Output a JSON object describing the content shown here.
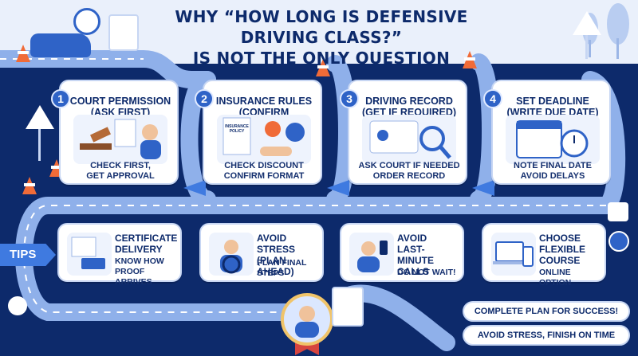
{
  "header": {
    "title_line1": "WHY “HOW LONG IS DEFENSIVE DRIVING CLASS?”",
    "title_line2": "IS NOT THE ONLY QUESTION"
  },
  "steps": [
    {
      "number": "1",
      "title": "COURT PERMISSION\n(ASK FIRST)",
      "sub": "CHECK FIRST,\nGET APPROVAL",
      "icon": "gavel-and-document-icon"
    },
    {
      "number": "2",
      "title": "INSURANCE RULES\n(CONFIRM DISCOUNT)",
      "sub": "CHECK DISCOUNT\nCONFIRM FORMAT",
      "icon": "insurance-policy-icon",
      "illus_text": "INSURANCE\nPOLICY"
    },
    {
      "number": "3",
      "title": "DRIVING RECORD\n(GET IF REQUIRED)",
      "sub": "ASK COURT IF NEEDED\nORDER RECORD",
      "icon": "driver-license-magnifier-icon"
    },
    {
      "number": "4",
      "title": "SET DEADLINE\n(WRITE DUE DATE)",
      "sub": "NOTE FINAL DATE\nAVOID DELAYS",
      "icon": "calendar-clock-icon"
    }
  ],
  "tips_label": "TIPS",
  "tips": [
    {
      "title": "CERTIFICATE\nDELIVERY",
      "sub": "KNOW HOW\nPROOF ARRIVES",
      "icon": "certificate-truck-icon"
    },
    {
      "title": "AVOID STRESS\n(PLAN AHEAD)",
      "sub": "PLAN FINAL STEPS",
      "icon": "calm-driver-icon"
    },
    {
      "title": "AVOID\nLAST-MINUTE\nCALLS",
      "sub": "DO NOT WAIT!",
      "icon": "phone-call-icon"
    },
    {
      "title": "CHOOSE\nFLEXIBLE\nCOURSE",
      "sub": "ONLINE OPTION",
      "icon": "laptop-tablet-icon"
    }
  ],
  "plan": {
    "line1": "COMPLETE PLAN FOR SUCCESS!",
    "line2": "AVOID STRESS, FINISH ON TIME"
  },
  "colors": {
    "background": "#0d2a6b",
    "road": "#8fb0ea",
    "accent": "#2f63c7",
    "cone": "#f06b38"
  }
}
